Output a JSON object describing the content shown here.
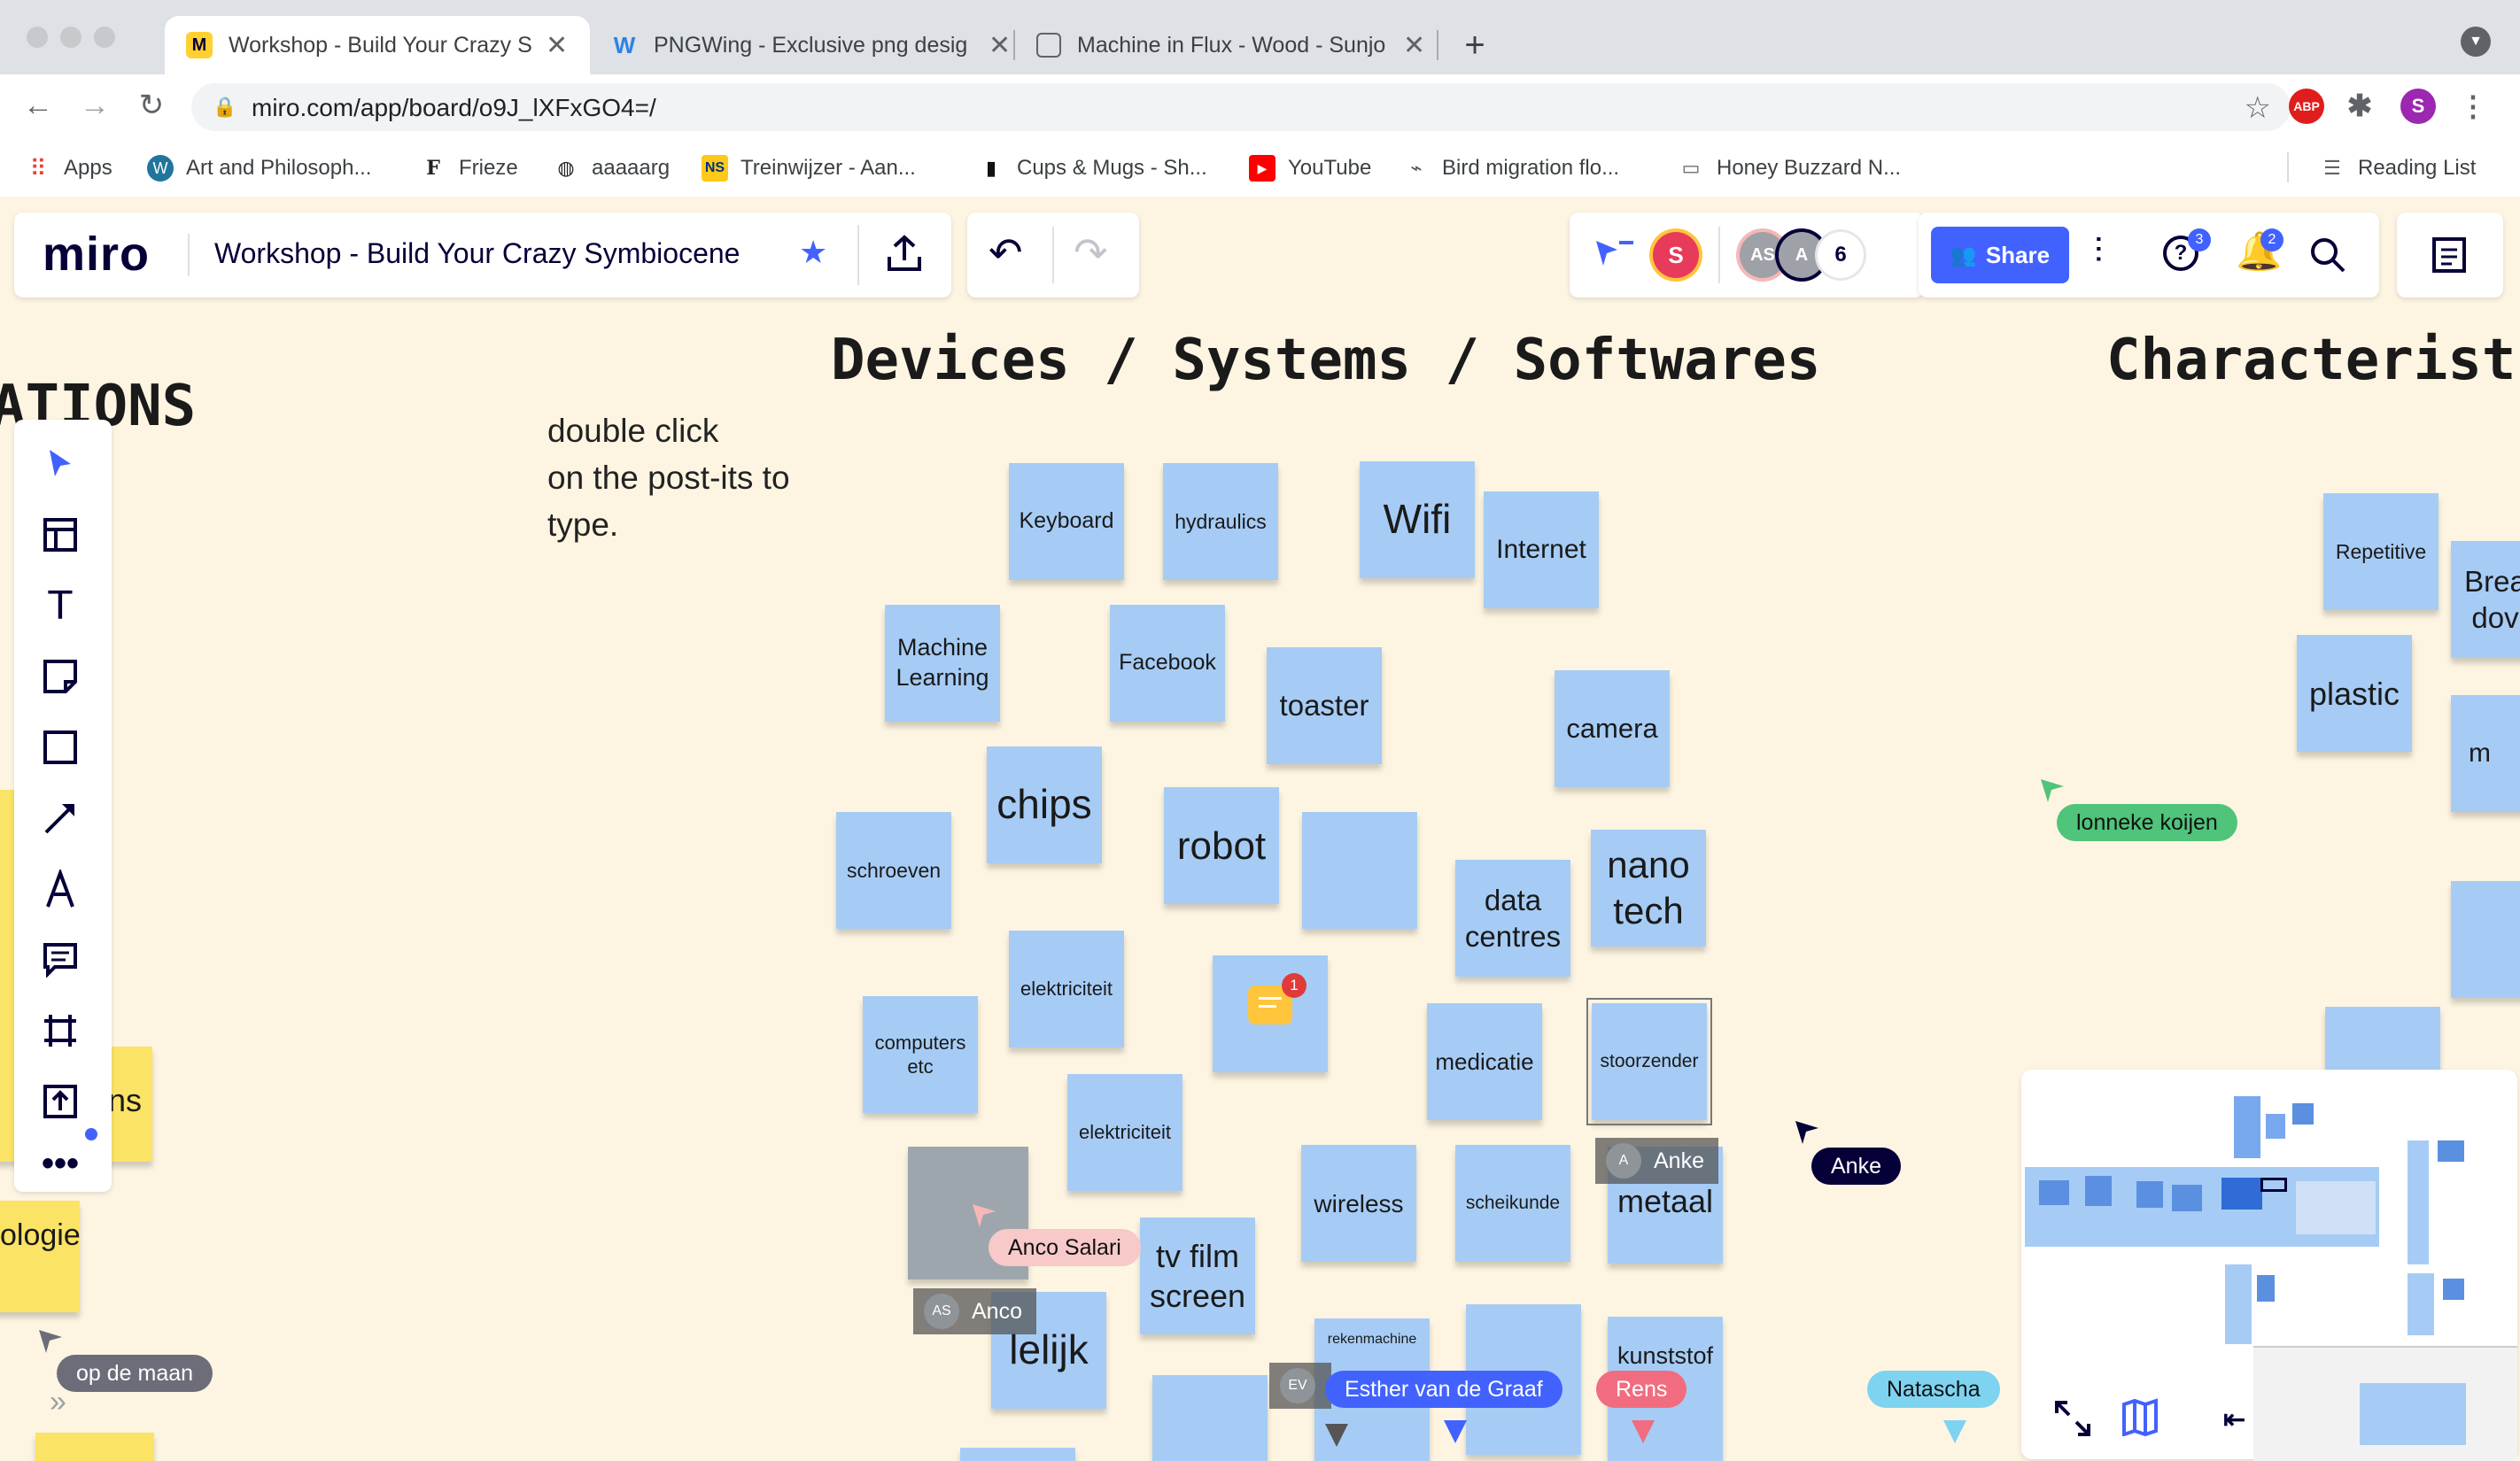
{
  "browser": {
    "tabs": [
      {
        "title": "Workshop - Build Your Crazy S",
        "icon": "miro-favicon"
      },
      {
        "title": "PNGWing - Exclusive png desig",
        "icon": "pngwing-favicon"
      },
      {
        "title": "Machine in Flux - Wood - Sunjo",
        "icon": "page-favicon"
      }
    ],
    "new_tab": "+",
    "url": "miro.com/app/board/o9J_lXFxGO4=/",
    "extensions": {
      "abp": "ABP",
      "profile": "S"
    },
    "bookmarks": [
      {
        "label": "Apps",
        "icon": "apps-grid-icon"
      },
      {
        "label": "Art and Philosoph...",
        "icon": "wordpress-icon"
      },
      {
        "label": "Frieze",
        "icon": "frieze-icon"
      },
      {
        "label": "aaaaarg",
        "icon": "globe-icon"
      },
      {
        "label": "Treinwijzer - Aan...",
        "icon": "ns-icon"
      },
      {
        "label": "Cups & Mugs - Sh...",
        "icon": "cup-icon"
      },
      {
        "label": "YouTube",
        "icon": "youtube-icon"
      },
      {
        "label": "Bird migration flo...",
        "icon": "bird-icon"
      },
      {
        "label": "Honey Buzzard N...",
        "icon": "folder-icon"
      },
      {
        "label": "Reading List",
        "icon": "reading-list-icon"
      }
    ]
  },
  "miro": {
    "logo": "miro",
    "board_title": "Workshop - Build Your Crazy Symbiocene",
    "avatar_user": "S",
    "collaborators": [
      "AS",
      "A"
    ],
    "collaborator_count": "6",
    "share_label": "Share",
    "help_badge": "3",
    "notif_badge": "2",
    "accent": "#4262ff"
  },
  "canvas": {
    "heading_left": "ATIONS",
    "heading_main": "Devices / Systems / Softwares",
    "heading_right": "Characterist",
    "instruction_lines": [
      "double click",
      "on the post-its to",
      "type."
    ],
    "notes": {
      "keyboard": "Keyboard",
      "hydraulics": "hydraulics",
      "wifi": "Wifi",
      "internet": "Internet",
      "machine_learning": "Machine Learning",
      "facebook": "Facebook",
      "toaster": "toaster",
      "camera": "camera",
      "chips": "chips",
      "schroeven": "schroeven",
      "robot": "robot",
      "data_centres": "data centres",
      "nano_tech": "nano tech",
      "elektriciteit_1": "elektriciteit",
      "computers_etc": "computers etc",
      "medicatie": "medicatie",
      "storzender": "stoorzender",
      "elektriciteit_2": "elektriciteit",
      "wireless": "wireless",
      "scheikunde": "scheikunde",
      "metaal": "metaal",
      "tv_film_screen": "tv film screen",
      "lelijk": "lelijk",
      "rekenmachine": "rekenmachine",
      "kunststof": "kunststof",
      "repetitive": "Repetitive",
      "brea_dov": "Brea dov",
      "plastic": "plastic",
      "m_partial": "m"
    },
    "yellow_notes": {
      "ns": "ns",
      "ologie": "ologie"
    },
    "comment_count": "1",
    "cursors": {
      "lonneke": "lonneke koijen",
      "anke": "Anke",
      "anco_salari": "Anco Salari",
      "op_de_maan": "op de maan",
      "esther": "Esther van de Graaf",
      "rens": "Rens",
      "natascha": "Natascha"
    },
    "selections": {
      "anke": {
        "initials": "A",
        "name": "Anke"
      },
      "anco": {
        "initials": "AS",
        "name": "Anco"
      },
      "esther": {
        "initials": "EV"
      }
    },
    "cursor_colors": {
      "lonneke": "#4fc47a",
      "anke": "#050038",
      "anco": "#f7b7b7",
      "esther": "#4262ff",
      "rens": "#f16c7f",
      "natascha": "#7dd3f0"
    }
  }
}
